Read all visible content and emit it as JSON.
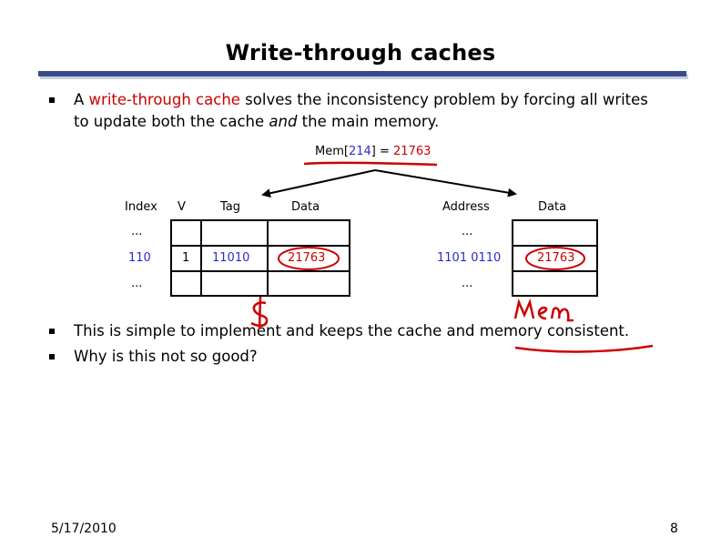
{
  "slide": {
    "title": "Write-through caches",
    "bullets": {
      "b1_prefix": "A ",
      "b1_term": "write-through cache",
      "b1_part2": " solves the inconsistency problem by forcing all writes to update both the cache ",
      "b1_emph": "and",
      "b1_part3": " the main memory.",
      "b2": "This is simple to implement and keeps the cache and memory consistent.",
      "b3": "Why is this not so good?"
    },
    "mem_label": {
      "prefix": "Mem[",
      "addr": "214",
      "mid": "] = ",
      "value": "21763"
    },
    "cache": {
      "headers": {
        "index": "Index",
        "v": "V",
        "tag": "Tag",
        "data": "Data"
      },
      "row_top_ellipsis": "...",
      "row": {
        "index": "110",
        "v": "1",
        "tag": "11010",
        "data": "21763"
      },
      "row_bottom_ellipsis": "..."
    },
    "memory": {
      "headers": {
        "address": "Address",
        "data": "Data"
      },
      "row_top_ellipsis": "...",
      "row": {
        "address": "1101 0110",
        "data": "21763"
      },
      "row_bottom_ellipsis": "..."
    },
    "annotations": {
      "cache_symbol": "$",
      "mem_note": "Mem"
    },
    "footer": {
      "date": "5/17/2010",
      "page": "8"
    }
  },
  "colors": {
    "accent_red": "#cc0000",
    "blue": "#2a2ad0",
    "title_bar": "#3b4a8c"
  }
}
